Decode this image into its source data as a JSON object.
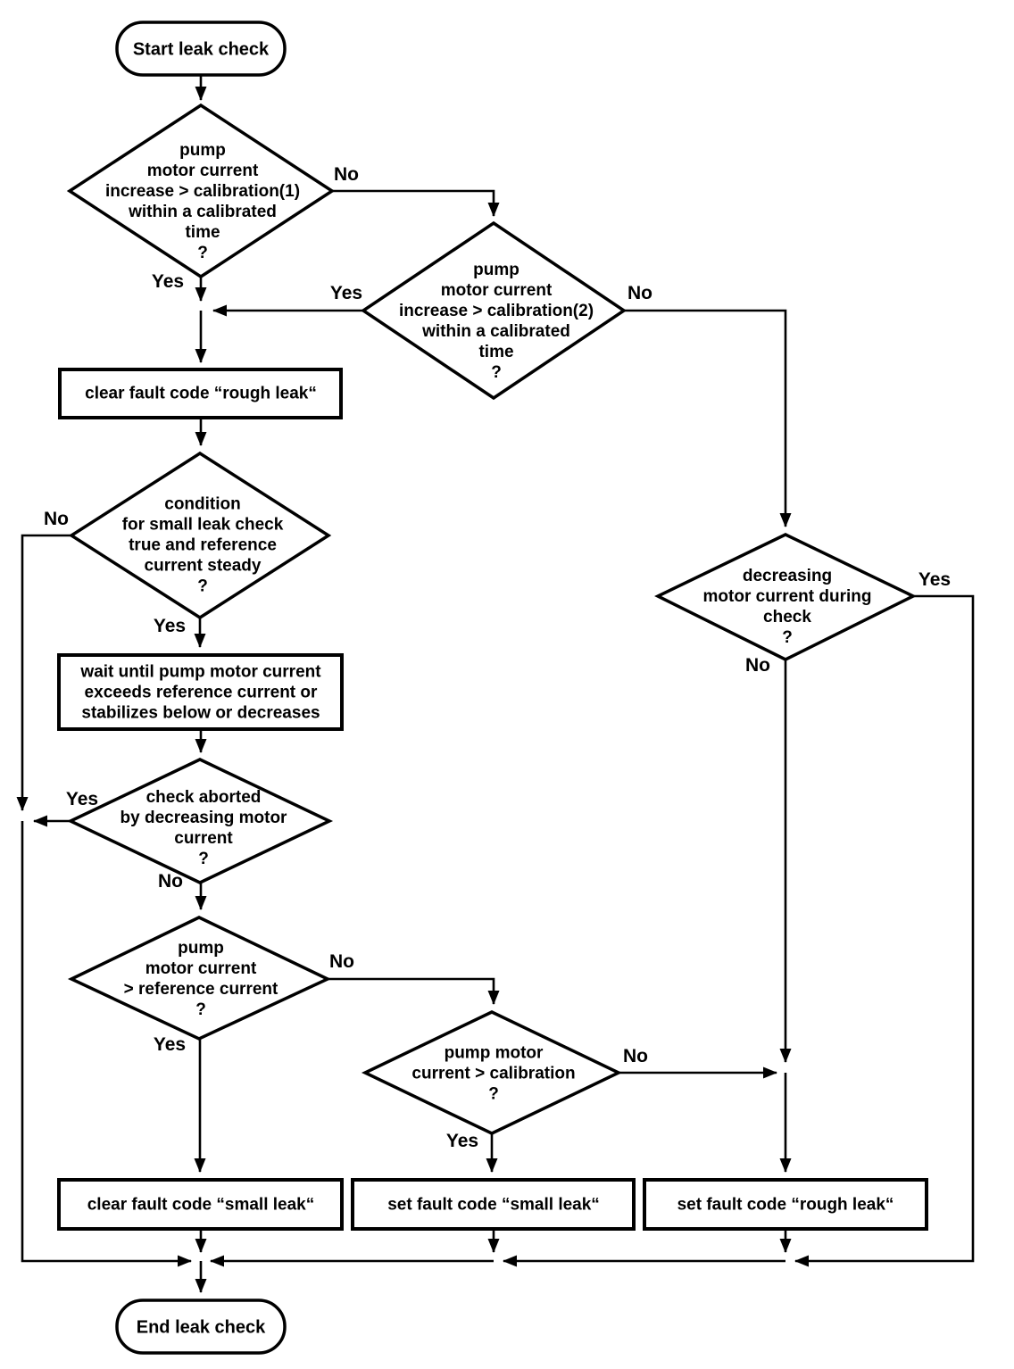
{
  "colors": {
    "ink": "#000000",
    "paper": "#ffffff"
  },
  "nodes": {
    "start": "Start leak check",
    "d1_cal1": "pump\nmotor current\nincrease > calibration(1)\nwithin a calibrated\ntime\n?",
    "d2_cal2": "pump\nmotor current\nincrease > calibration(2)\nwithin a calibrated\ntime\n?",
    "clear_rough": "clear fault code “rough leak“",
    "d3_condition": "condition\nfor small leak check\ntrue and reference\ncurrent steady\n?",
    "wait_box": "wait until pump motor current\nexceeds reference current or\nstabilizes below or decreases",
    "d4_aborted": "check aborted\nby decreasing motor\ncurrent\n?",
    "d5_ref": "pump\nmotor current\n> reference current\n?",
    "d6_decreasing": "decreasing\nmotor current during\ncheck\n?",
    "d7_cal": "pump motor\ncurrent > calibration\n?",
    "clear_small": "clear fault code “small leak“",
    "set_small": "set fault code “small leak“",
    "set_rough": "set fault code “rough leak“",
    "end": "End leak check"
  },
  "labels": {
    "d1_no": "No",
    "d1_yes": "Yes",
    "d2_yes": "Yes",
    "d2_no": "No",
    "d3_no": "No",
    "d3_yes": "Yes",
    "d4_yes": "Yes",
    "d4_no": "No",
    "d5_no": "No",
    "d5_yes": "Yes",
    "d6_yes": "Yes",
    "d6_no": "No",
    "d7_no": "No",
    "d7_yes": "Yes"
  }
}
